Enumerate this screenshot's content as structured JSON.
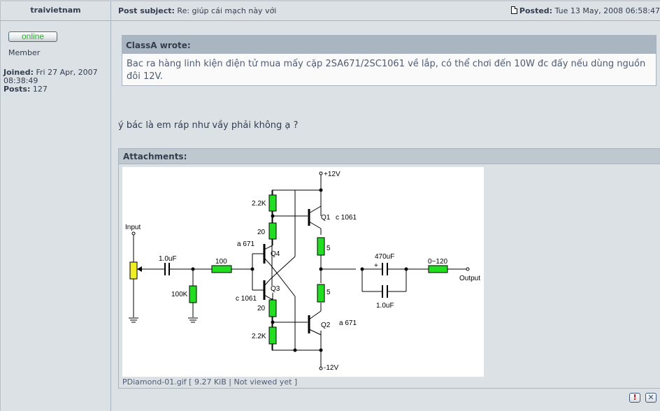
{
  "author": {
    "username": "traivietnam",
    "status_badge": "online",
    "rank": "Member",
    "joined_label": "Joined:",
    "joined_value": "Fri 27 Apr, 2007 08:38:49",
    "posts_label": "Posts:",
    "posts_value": "127"
  },
  "post": {
    "subject_label": "Post subject:",
    "subject_value": "Re: giúp cái mạch này với",
    "posted_label": "Posted:",
    "posted_value": "Tue 13 May, 2008 06:58:47",
    "quote": {
      "author_line": "ClassA wrote:",
      "text": "Bac ra hàng linh kiện điện tử mua mấy cặp 2SA671/2SC1061 về lắp, có thể chơi đến 10W đc đấy nếu dùng nguồn đôi 12V."
    },
    "message": "ý bác là em ráp như vầy phải không ạ ?",
    "attachments": {
      "header": "Attachments:",
      "file_info": "PDiamond-01.gif [ 9.27 KiB | Not viewed yet ]",
      "schematic_labels": {
        "vplus": "+12V",
        "vminus": "-12V",
        "input": "Input",
        "output": "Output",
        "c_in": "1.0uF",
        "r_in": "100",
        "r_bias": "100K",
        "r_top": "2.2K",
        "r_top2": "20",
        "r_bot": "20",
        "r_bot2": "2.2K",
        "q4": "Q4",
        "q4_type": "a 671",
        "q3": "Q3",
        "q3_type": "c 1061",
        "q1": "Q1",
        "q1_type": "c 1061",
        "q2": "Q2",
        "q2_type": "a 671",
        "re1": "5",
        "re2": "5",
        "c_out": "470uF",
        "c_out_plus": "+",
        "c_bypass": "1.0uF",
        "r_out": "0~120"
      }
    },
    "buttons": {
      "report": "!",
      "delete": "✕"
    }
  }
}
